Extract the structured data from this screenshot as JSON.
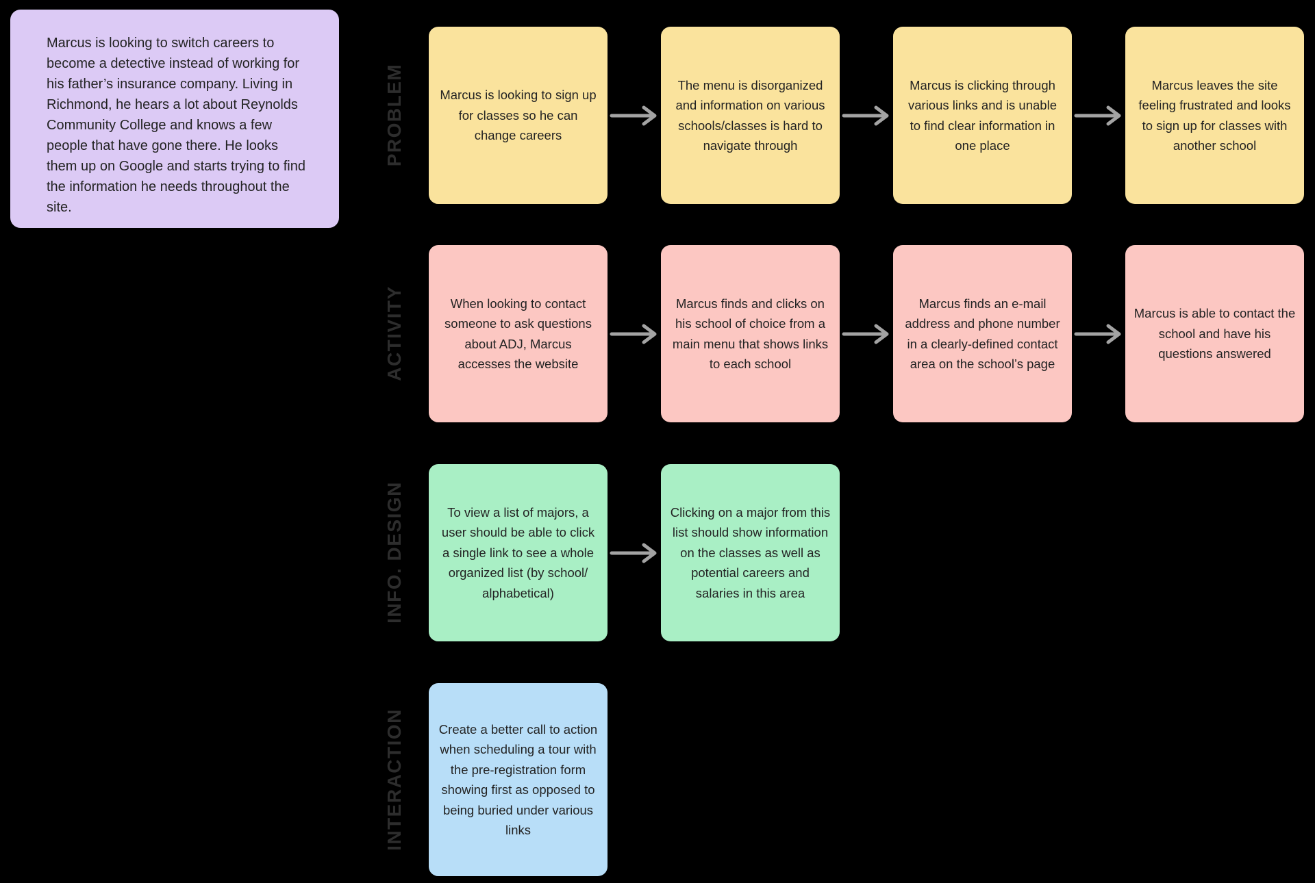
{
  "colors": {
    "background": "#000000",
    "scenario_card": "#dccaf5",
    "problem_card": "#fae39d",
    "activity_card": "#fcc7c2",
    "info_design_card": "#a9efc5",
    "interaction_card": "#b8def8",
    "arrow": "#a3a3a3",
    "card_text": "#232323",
    "row_label": "#2d2d2d"
  },
  "scenario": {
    "text": "Marcus is looking to switch careers to become a detective instead of working for his father’s insurance company. Living in Richmond, he hears a lot about Reynolds Community College and knows a few people that have gone there. He looks them up on Google and starts trying to find the information he needs throughout the site."
  },
  "rows": [
    {
      "label": "PROBLEM",
      "cards": [
        {
          "text": "Marcus is looking to sign up for classes so he can change careers"
        },
        {
          "text": "The menu is disorganized and information on various schools/classes is hard to navigate through"
        },
        {
          "text": "Marcus is clicking through various links and is unable to find clear information in one place"
        },
        {
          "text": "Marcus leaves the site feeling frustrated and looks to sign up for classes with another school"
        }
      ]
    },
    {
      "label": "ACTIVITY",
      "cards": [
        {
          "text": "When looking to contact someone to ask questions about ADJ, Marcus accesses the website"
        },
        {
          "text": "Marcus finds and clicks on his school of choice from a main menu that shows links to each school"
        },
        {
          "text": "Marcus finds an e-mail address and phone number in a clearly-defined contact area on the school’s page"
        },
        {
          "text": "Marcus is able to contact the school and have his questions answered"
        }
      ]
    },
    {
      "label": "INFO. DESIGN",
      "cards": [
        {
          "text": "To view a list of majors, a user should be able to click a single link to see a whole organized list (by school/ alphabetical)"
        },
        {
          "text": "Clicking on a major from this list should show information on the classes as well as potential careers and salaries in this area"
        }
      ]
    },
    {
      "label": "INTERACTION",
      "cards": [
        {
          "text": "Create a better call to action when scheduling a tour with the pre-registration form showing first as opposed to being buried under various links"
        }
      ]
    }
  ]
}
